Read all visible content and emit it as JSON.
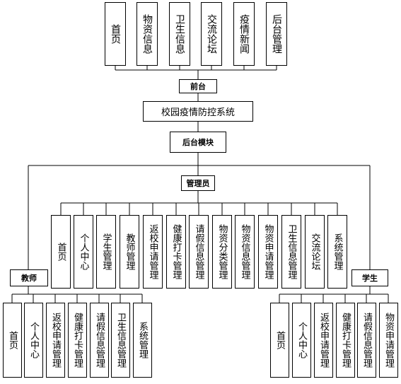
{
  "front": {
    "items": [
      "首页",
      "物资信息",
      "卫生信息",
      "交流论坛",
      "疫情新闻",
      "后台管理"
    ],
    "label": "前台"
  },
  "system_title": "校园疫情防控系统",
  "backend_label": "后台模块",
  "admin": {
    "label": "管理员",
    "items": [
      "首页",
      "个人中心",
      "学生管理",
      "教师管理",
      "返校申请管理",
      "健康打卡管理",
      "请假信息管理",
      "物资分类管理",
      "物资信息管理",
      "物资申请管理",
      "卫生信息管理",
      "交流论坛",
      "系统管理"
    ]
  },
  "teacher": {
    "label": "教师",
    "items": [
      "首页",
      "个人中心",
      "返校申请管理",
      "健康打卡管理",
      "请假信息管理",
      "卫生信息管理",
      "系统管理"
    ]
  },
  "student": {
    "label": "学生",
    "items": [
      "首页",
      "个人中心",
      "返校申请管理",
      "健康打卡管理",
      "请假信息管理",
      "物资申请管理"
    ]
  }
}
